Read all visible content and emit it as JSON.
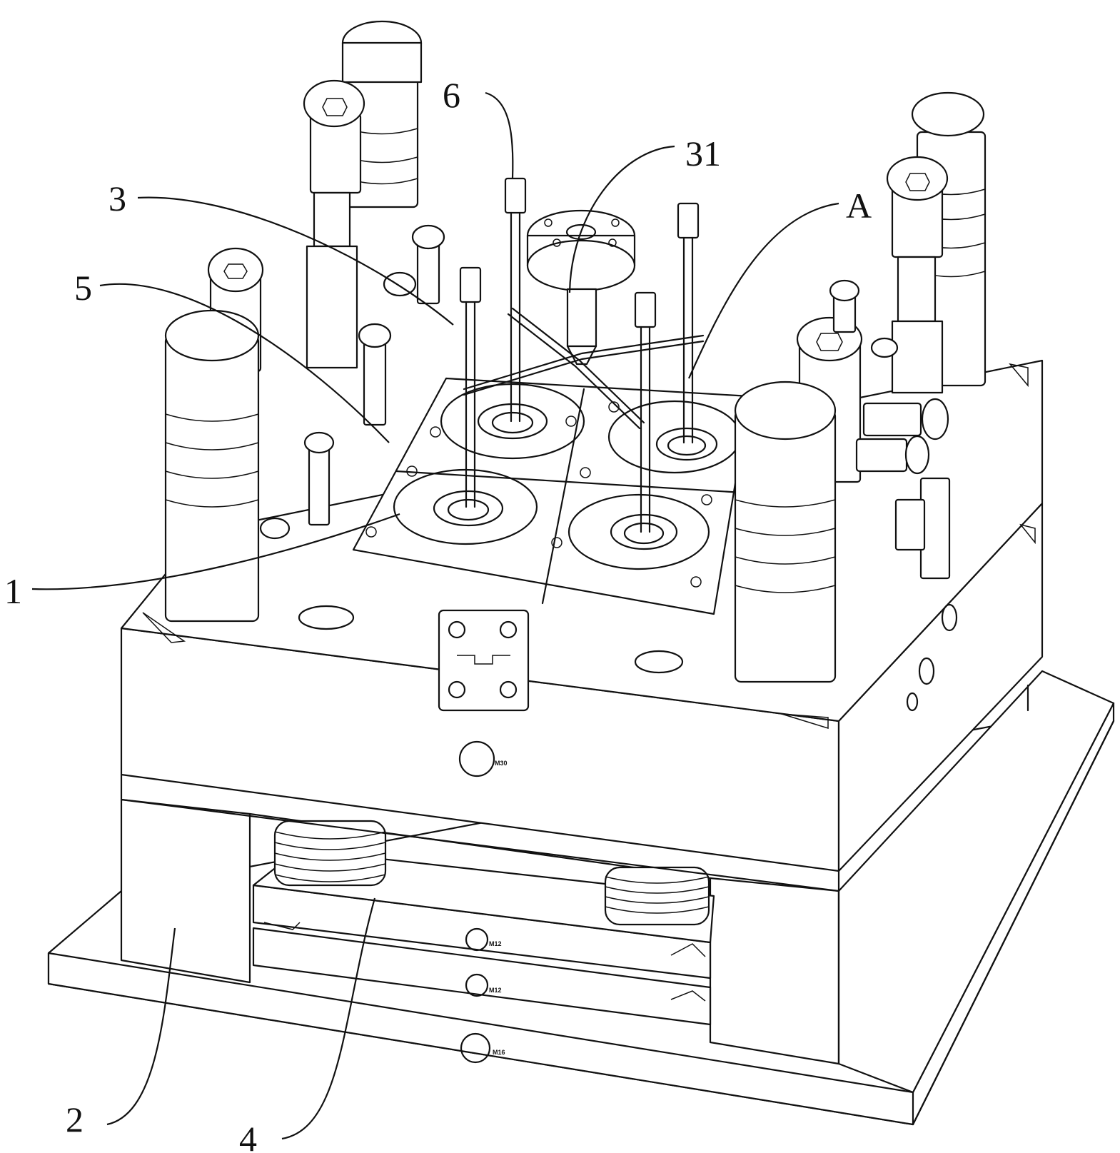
{
  "figure": {
    "callouts": [
      {
        "id": "c6",
        "label": "6"
      },
      {
        "id": "c31",
        "label": "31"
      },
      {
        "id": "c3",
        "label": "3"
      },
      {
        "id": "cA",
        "label": "A"
      },
      {
        "id": "c5",
        "label": "5"
      },
      {
        "id": "c1",
        "label": "1"
      },
      {
        "id": "c2",
        "label": "2"
      },
      {
        "id": "c4",
        "label": "4"
      }
    ],
    "stamps": {
      "top_plate": "M30",
      "plate_a": "M12",
      "plate_b": "M12",
      "base": "M16"
    }
  }
}
